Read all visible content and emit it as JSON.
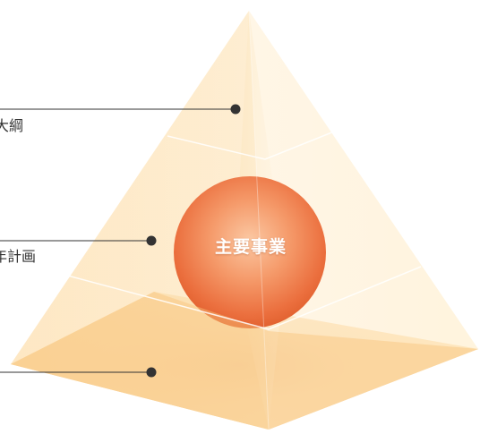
{
  "diagram": {
    "labels": {
      "top": "大綱",
      "middle": "年計画"
    },
    "core": {
      "label": "主要事業"
    },
    "colors": {
      "pyramid_light": "#fdeed0",
      "pyramid_mid": "#fcd9a0",
      "pyramid_base": "#f7c477",
      "sphere_outer": "#ea6f3c",
      "sphere_highlight": "#fbc7a2",
      "connector": "#333333"
    }
  }
}
